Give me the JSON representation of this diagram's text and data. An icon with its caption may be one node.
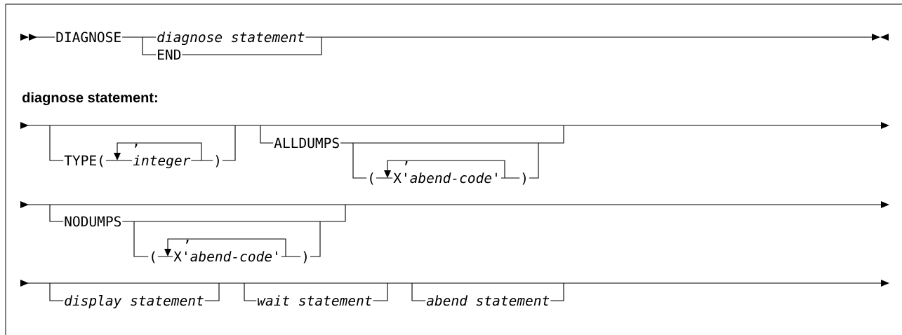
{
  "diagram": {
    "labels": [
      "DIAGNOSE",
      "diagnose statement",
      "END",
      "diagnose statement:",
      "TYPE(",
      ",",
      "integer",
      ")",
      "ALLDUMPS",
      "(",
      ",",
      "X'*abend-code*'",
      ")",
      "NODUMPS",
      "(",
      ",",
      "X'*abend-code*'",
      ")",
      "display statement",
      "wait statement",
      "abend statement"
    ]
  }
}
